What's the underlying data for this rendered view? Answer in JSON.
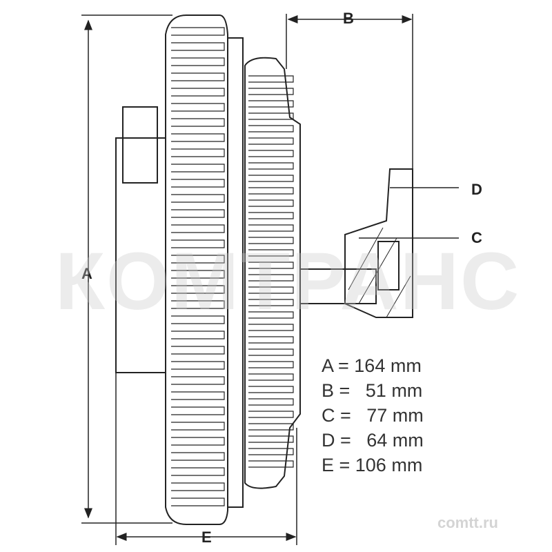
{
  "labels": {
    "A": "A",
    "B": "B",
    "C": "C",
    "D": "D",
    "E": "E"
  },
  "specs": [
    {
      "key": "A",
      "text": "A = 164 mm"
    },
    {
      "key": "B",
      "text": "B =   51 mm"
    },
    {
      "key": "C",
      "text": "C =   77 mm"
    },
    {
      "key": "D",
      "text": "D =   64 mm"
    },
    {
      "key": "E",
      "text": "E = 106 mm"
    }
  ],
  "watermark": "КОМТРАНС",
  "site": "comtt.ru",
  "colors": {
    "line": "#222222",
    "watermark": "#c8c8c8"
  }
}
